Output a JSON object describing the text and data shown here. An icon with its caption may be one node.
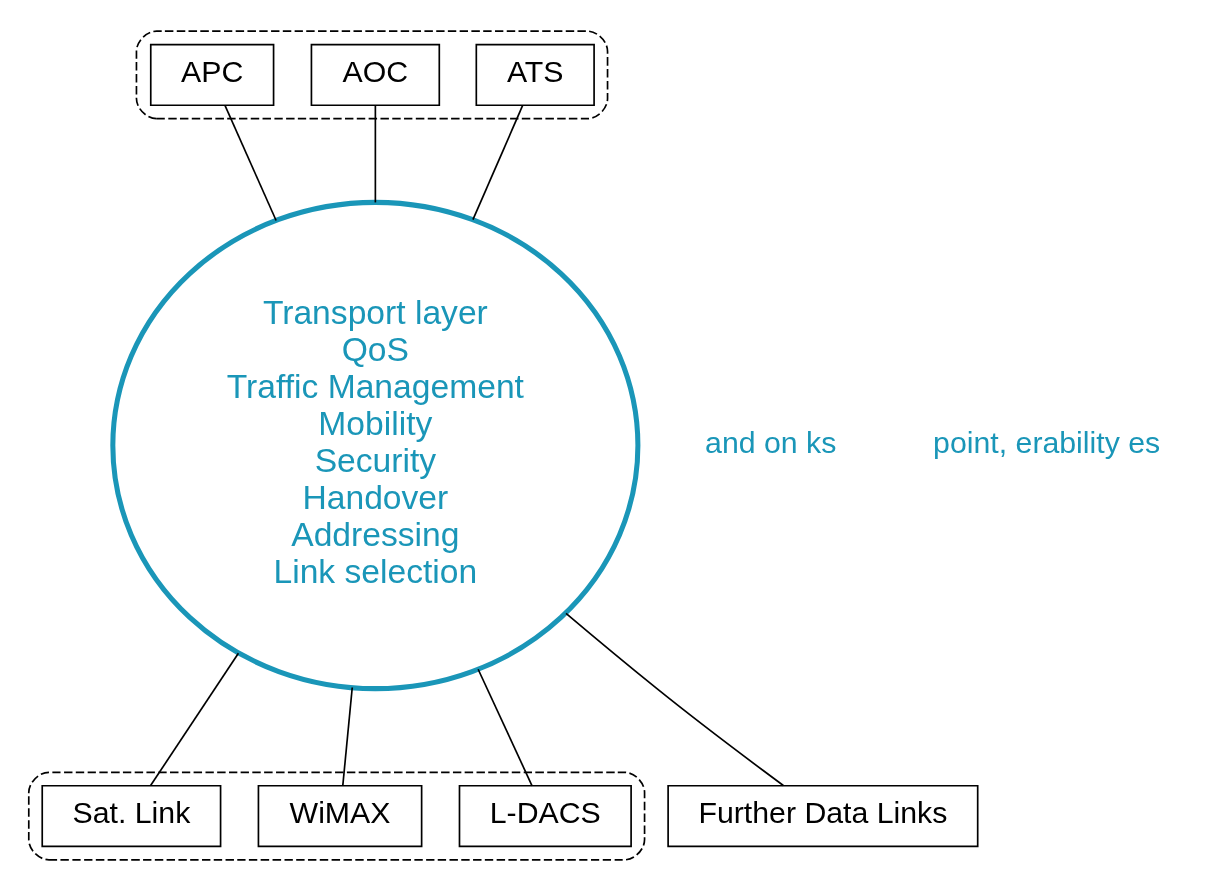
{
  "diagram": {
    "nodes": [
      {
        "text": [],
        "shape": "ellipse"
      },
      {
        "text": [
          "ATS"
        ],
        "in": 0
      },
      {
        "text": [
          "AOC"
        ],
        "in": 0
      },
      {
        "text": [
          "APC"
        ],
        "in": 0
      },
      {
        "text": [
          "Transport layer",
          "QoS",
          "Traffic Management",
          "Mobility",
          "Security",
          "Handover",
          "Addressing",
          "Link selection"
        ]
      },
      {
        "text": [],
        "shape": "ellipse"
      },
      {
        "text": [
          "L-DACS"
        ],
        "in": 5
      },
      {
        "text": [
          "WiMAX"
        ],
        "in": 5
      },
      {
        "text": [
          "Sat. Link"
        ],
        "in": 5
      },
      {
        "text": [
          "Further Data Links"
        ]
      }
    ],
    "edges": [
      {
        "from": 1,
        "to": 4,
        "arrow": "none"
      },
      {
        "from": 2,
        "to": 4,
        "arrow": "none"
      },
      {
        "from": 3,
        "to": 4,
        "arrow": "none"
      },
      {
        "from": 4,
        "to": 6,
        "arrow": "none"
      },
      {
        "from": 4,
        "to": 7,
        "arrow": "none"
      },
      {
        "from": 4,
        "to": 8,
        "arrow": "none"
      },
      {
        "from": 4,
        "to": 9,
        "arrow": "none"
      }
    ],
    "labels": [
      "and on ks",
      "point, erability es"
    ]
  }
}
